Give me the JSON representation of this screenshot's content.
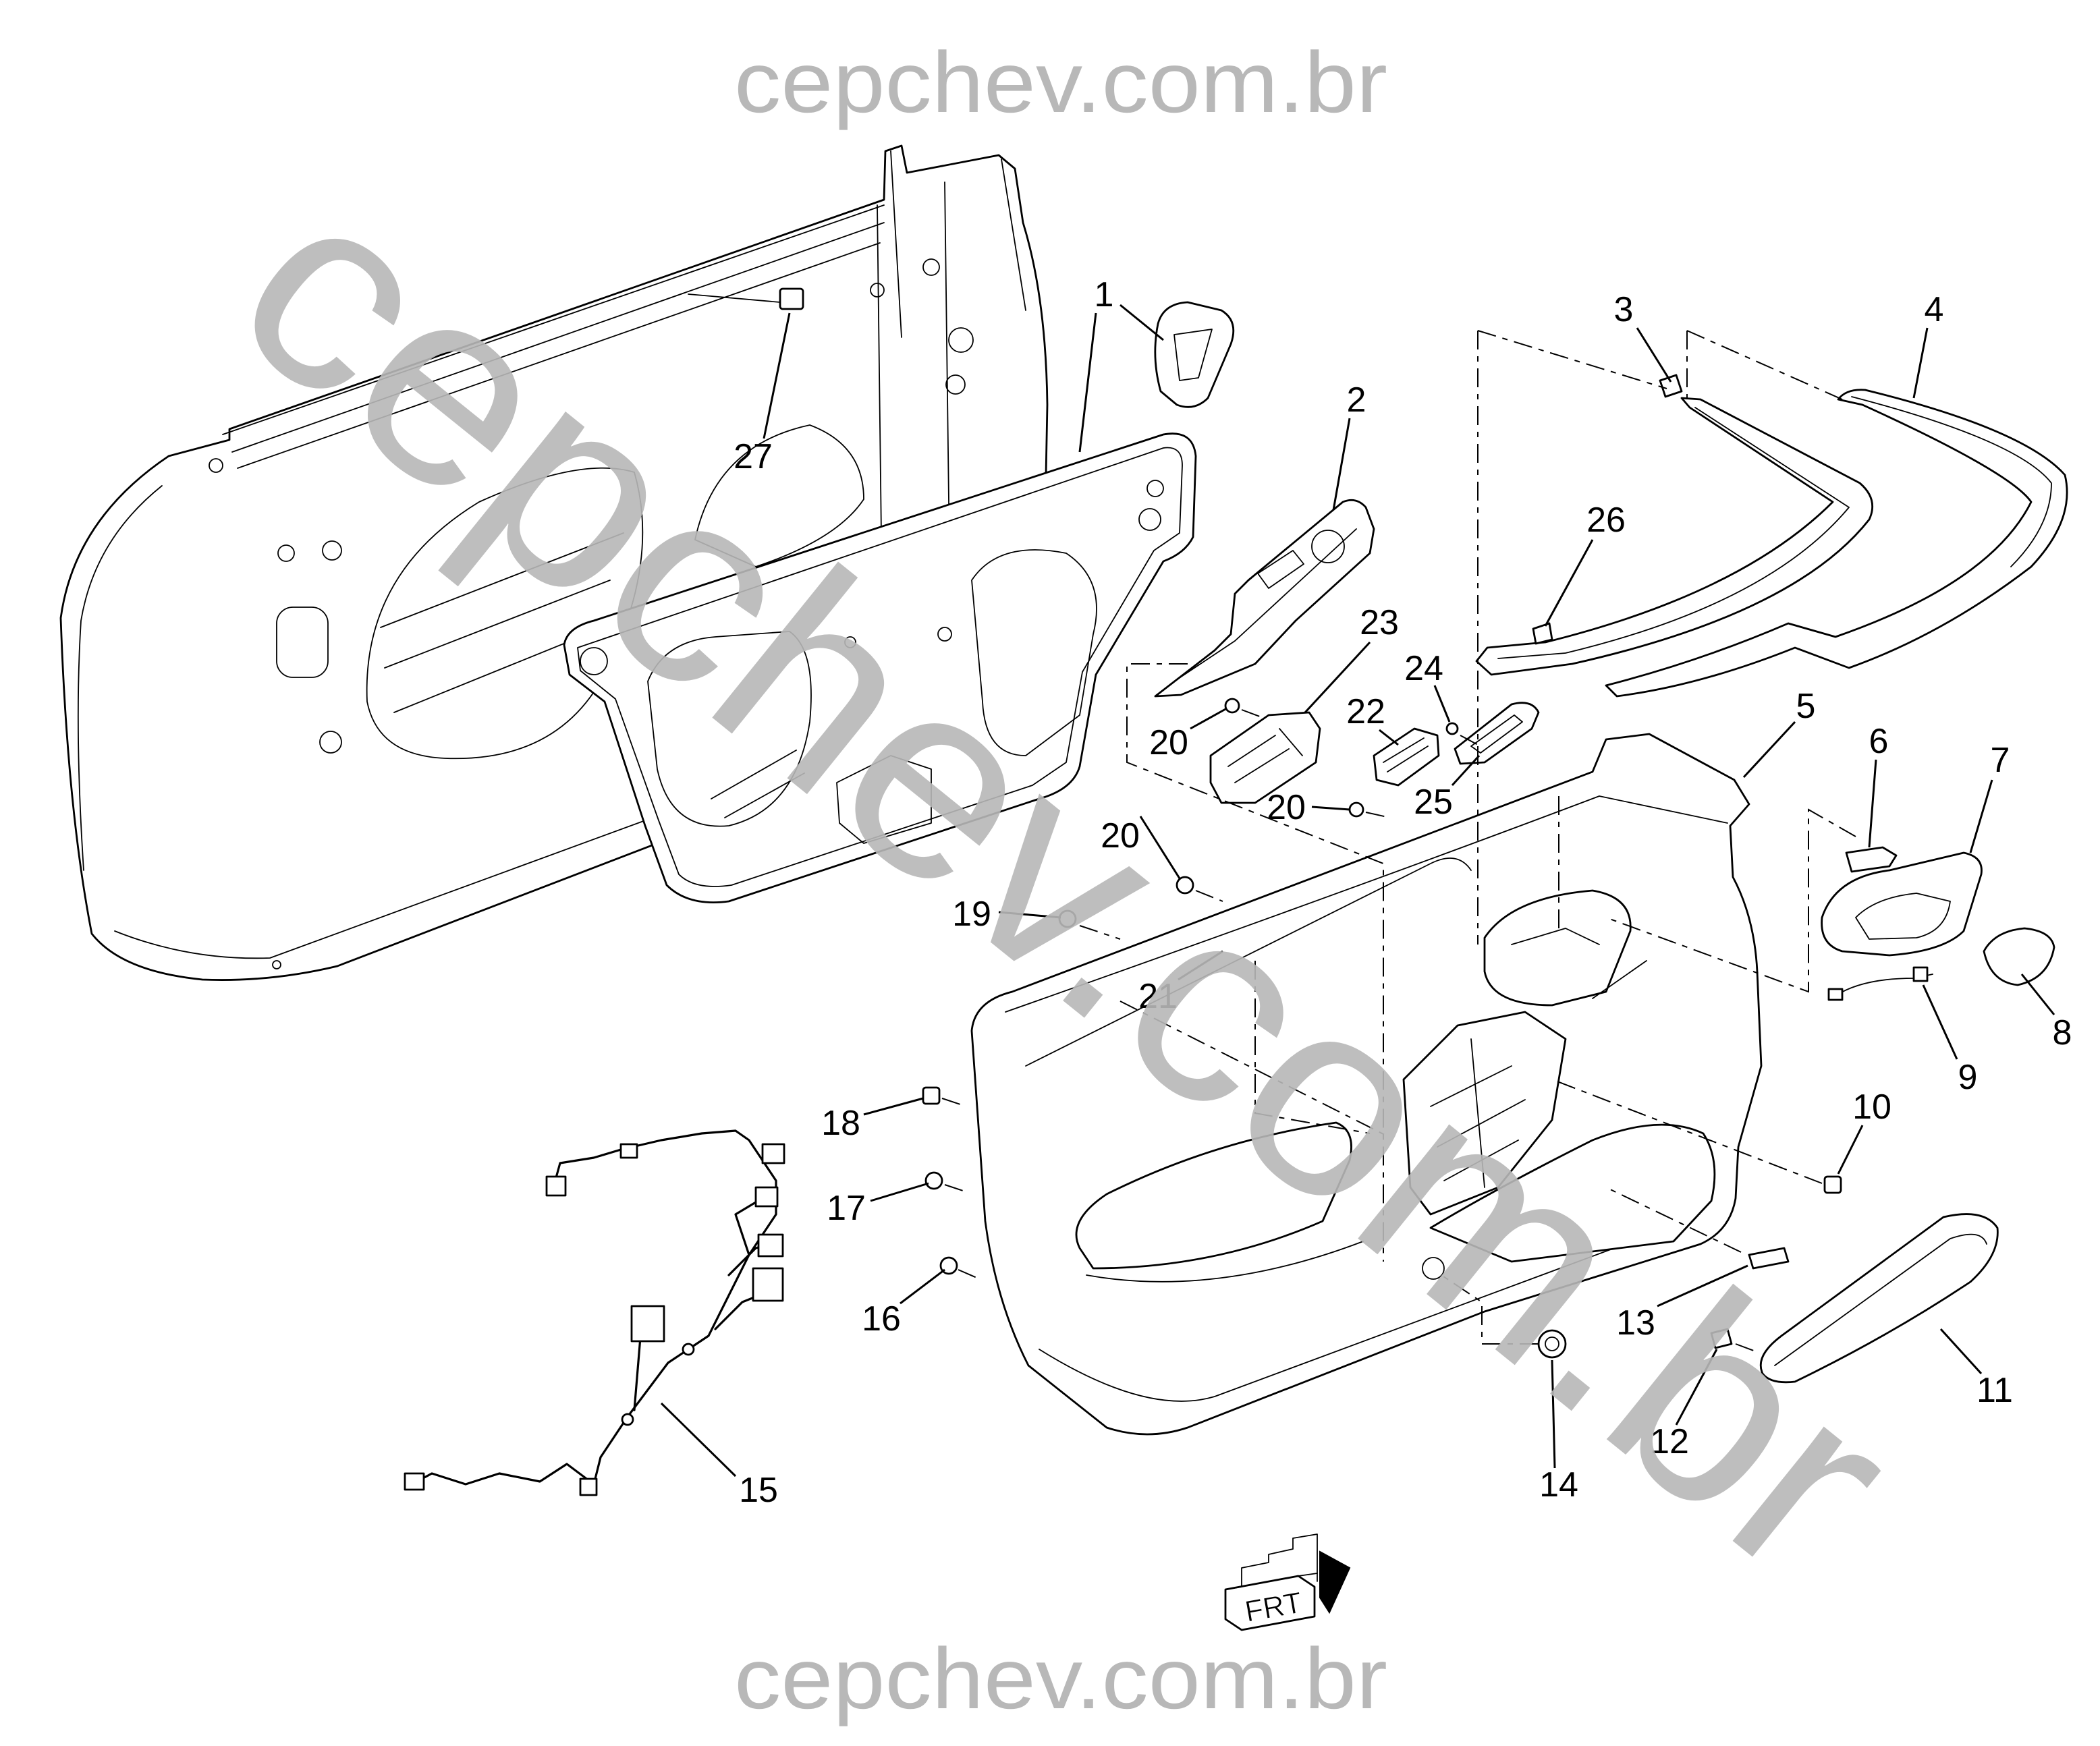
{
  "watermarks": {
    "top": "cepchev.com.br",
    "diagonal": "cepchev.com.br",
    "bottom": "cepchev.com.br"
  },
  "direction_marker": {
    "label": "FRT",
    "icon": "front-arrow-icon"
  },
  "callouts": [
    "1",
    "2",
    "3",
    "4",
    "5",
    "6",
    "7",
    "8",
    "9",
    "10",
    "11",
    "12",
    "13",
    "14",
    "15",
    "16",
    "17",
    "18",
    "19",
    "20",
    "21",
    "22",
    "23",
    "24",
    "25",
    "26",
    "27",
    "20",
    "20"
  ],
  "colors": {
    "line": "#000000",
    "watermark": "#b8b8b8",
    "background": "#ffffff"
  }
}
